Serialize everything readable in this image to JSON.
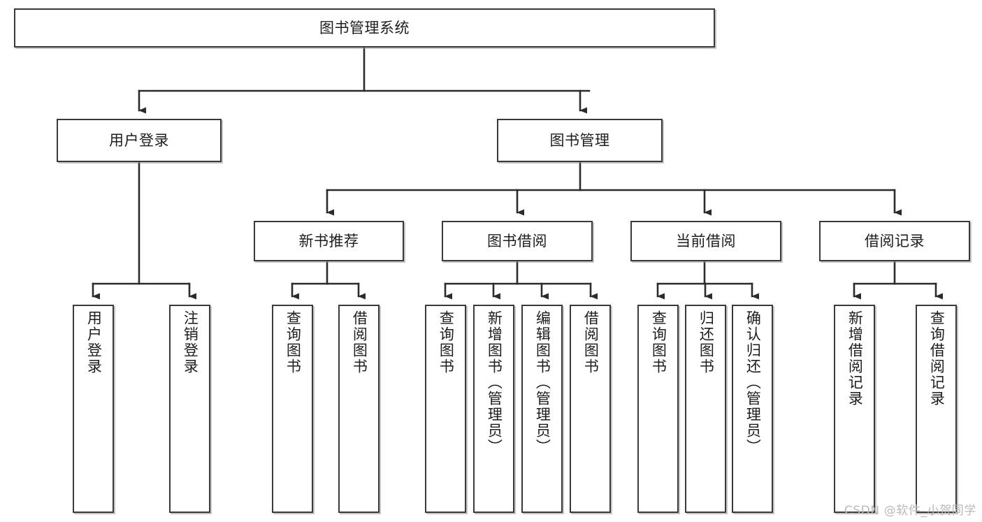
{
  "diagram": {
    "title": "图书管理系统",
    "type": "tree",
    "orientation": "top-down",
    "watermark": "CSDN @软件_小贺同学",
    "colors": {
      "box_border": "#3a3a3a",
      "box_fill": "#ffffff",
      "edge": "#2b2b2b",
      "text": "#1d1d1d",
      "watermark": "#b9b9b9",
      "background": "#ffffff"
    },
    "nodes": {
      "root": {
        "label": "图书管理系统",
        "orientation": "horizontal"
      },
      "level2": [
        {
          "id": "user-login",
          "label": "用户登录",
          "orientation": "horizontal"
        },
        {
          "id": "book-manage",
          "label": "图书管理",
          "orientation": "horizontal"
        }
      ],
      "level3": [
        {
          "id": "new-book-recommend",
          "label": "新书推荐",
          "orientation": "horizontal"
        },
        {
          "id": "book-borrow",
          "label": "图书借阅",
          "orientation": "horizontal"
        },
        {
          "id": "current-borrow",
          "label": "当前借阅",
          "orientation": "horizontal"
        },
        {
          "id": "borrow-record",
          "label": "借阅记录",
          "orientation": "horizontal"
        }
      ],
      "leaves": [
        {
          "id": "leaf-user-login",
          "label": "用户登录",
          "parent": "user-login",
          "orientation": "vertical"
        },
        {
          "id": "leaf-logout-login",
          "label": "注销登录",
          "parent": "user-login",
          "orientation": "vertical"
        },
        {
          "id": "leaf-query-book-1",
          "label": "查询图书",
          "parent": "new-book-recommend",
          "orientation": "vertical"
        },
        {
          "id": "leaf-borrow-book-1",
          "label": "借阅图书",
          "parent": "new-book-recommend",
          "orientation": "vertical"
        },
        {
          "id": "leaf-query-book-2",
          "label": "查询图书",
          "parent": "book-borrow",
          "orientation": "vertical"
        },
        {
          "id": "leaf-add-book",
          "label": "新增图书（管理员）",
          "parent": "book-borrow",
          "orientation": "vertical"
        },
        {
          "id": "leaf-edit-book",
          "label": "编辑图书（管理员）",
          "parent": "book-borrow",
          "orientation": "vertical"
        },
        {
          "id": "leaf-borrow-book-2",
          "label": "借阅图书",
          "parent": "book-borrow",
          "orientation": "vertical"
        },
        {
          "id": "leaf-query-book-3",
          "label": "查询图书",
          "parent": "current-borrow",
          "orientation": "vertical"
        },
        {
          "id": "leaf-return-book",
          "label": "归还图书",
          "parent": "current-borrow",
          "orientation": "vertical"
        },
        {
          "id": "leaf-confirm-return",
          "label": "确认归还（管理员）",
          "parent": "current-borrow",
          "orientation": "vertical"
        },
        {
          "id": "leaf-add-record",
          "label": "新增借阅记录",
          "parent": "borrow-record",
          "orientation": "vertical"
        },
        {
          "id": "leaf-query-record",
          "label": "查询借阅记录",
          "parent": "borrow-record",
          "orientation": "vertical"
        }
      ]
    }
  }
}
